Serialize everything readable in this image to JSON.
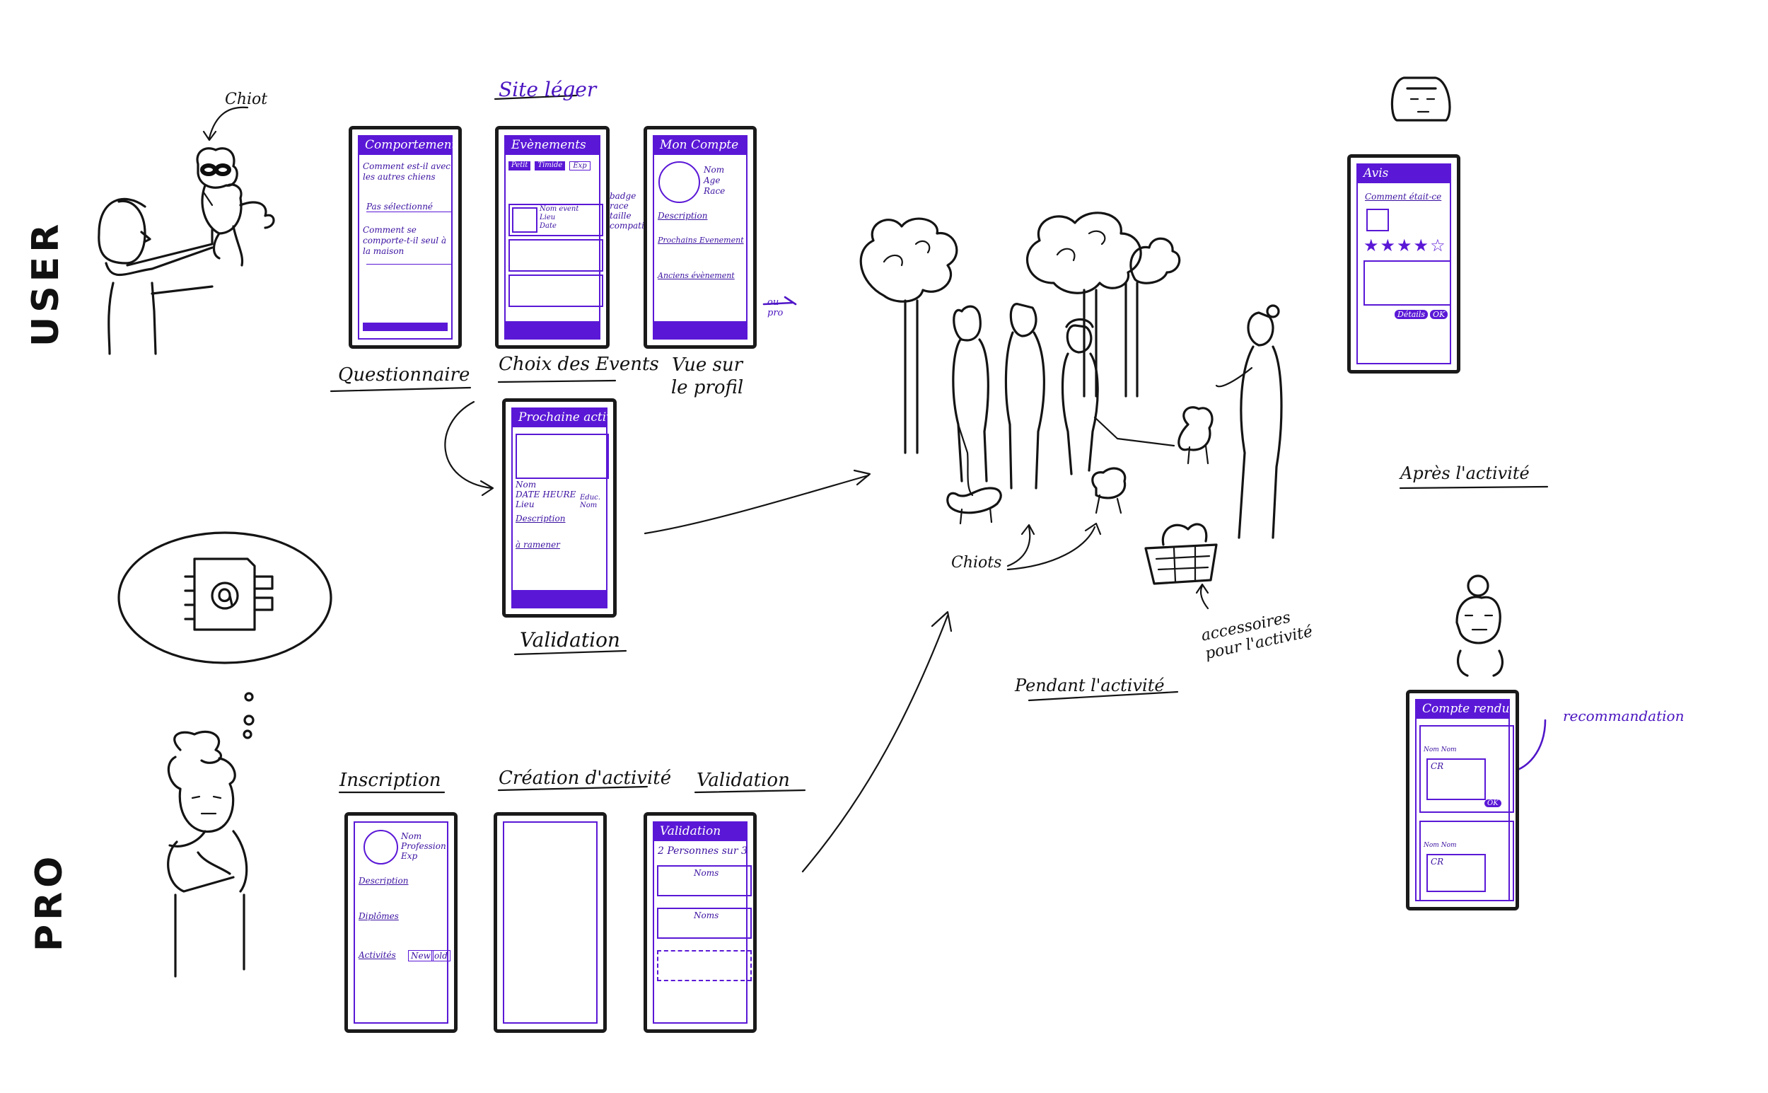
{
  "headings": {
    "user": "USER",
    "pro": "PRO"
  },
  "labels": {
    "chiot_top": "Chiot",
    "site_leger": "Site léger",
    "questionnaire": "Questionnaire",
    "choix_events": "Choix des Events",
    "vue_profil": "Vue sur le profil",
    "validation_user": "Validation",
    "inscription": "Inscription",
    "creation_activite": "Création d'activité",
    "validation_pro": "Validation",
    "chiots": "Chiots",
    "accessoires": "accessoires pour l'activité",
    "pendant": "Pendant l'activité",
    "apres": "Après l'activité",
    "recommandation": "recommandation",
    "ou_pro": "ou pro"
  },
  "screens": {
    "comportement": {
      "title": "Comportement",
      "q1": "Comment est-il avec les autres chiens",
      "select1": "Pas sélectionné",
      "q2": "Comment se comporte-t-il seul à la maison"
    },
    "evenements": {
      "title": "Evènements",
      "filters": [
        "Petit",
        "Timide",
        "Exp"
      ],
      "item_name": "Nom event",
      "item_place": "Lieu",
      "item_date": "Date",
      "annotation": "badge race taille compatibilité"
    },
    "mon_compte": {
      "title": "Mon Compte",
      "name": "Nom",
      "age": "Age",
      "race": "Race",
      "description": "Description",
      "prochains": "Prochains Evenement",
      "anciens": "Anciens évènement"
    },
    "prochaine_activite": {
      "title": "Prochaine activité",
      "nom": "Nom",
      "date_heure": "DATE HEURE",
      "lieu": "Lieu",
      "educ_nom": "Educ. Nom",
      "description": "Description",
      "a_ramener": "à ramener"
    },
    "inscription_pro": {
      "name": "Nom",
      "profession": "Profession",
      "exp": "Exp",
      "description": "Description",
      "diplomes": "Diplômes",
      "activites": "Activités",
      "new": "New",
      "old": "old"
    },
    "validation_pro": {
      "title": "Validation",
      "count": "2 Personnes sur 3",
      "row_label": "Noms"
    },
    "avis": {
      "title": "Avis",
      "question": "Comment était-ce",
      "details_button": "Détails",
      "ok_button": "OK",
      "stars_filled": 4,
      "stars_total": 5
    },
    "compte_rendu": {
      "title": "Compte rendu",
      "row_label": "Nom Nom",
      "cr": "CR",
      "ok_button": "OK"
    }
  }
}
